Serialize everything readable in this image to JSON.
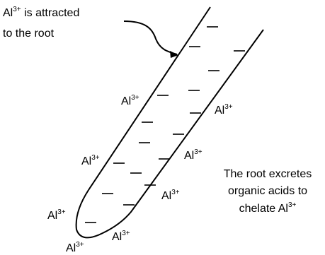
{
  "diagram": {
    "caption_top_line1": "Al",
    "caption_top_line1_sup": "3+",
    "caption_top_line1_rest": " is attracted",
    "caption_top_line2": "to the root",
    "caption_right_line1": "The root excretes",
    "caption_right_line2": "organic acids to",
    "caption_right_line3": "chelate Al",
    "caption_right_line3_sup": "3+",
    "ion_label": "Al",
    "ion_charge": "3+",
    "negative_charge_symbol": "–"
  }
}
